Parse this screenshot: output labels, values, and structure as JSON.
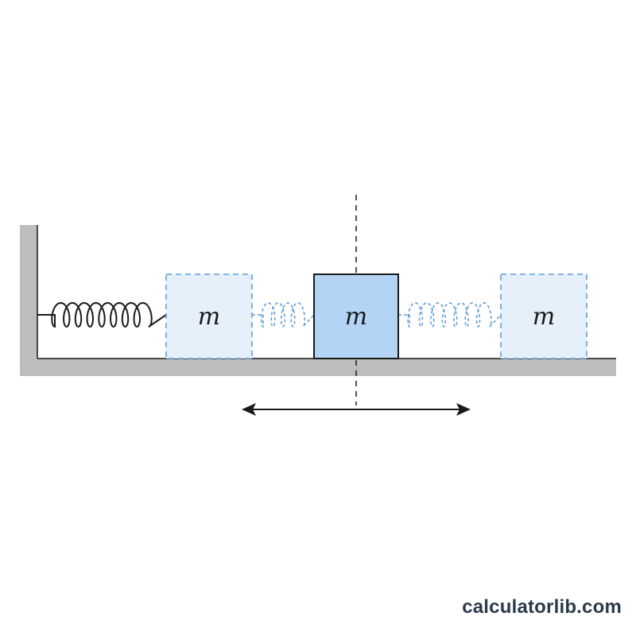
{
  "diagram": {
    "mass_labels": {
      "left": "m",
      "center": "m",
      "right": "m"
    },
    "colors": {
      "wall": "#bdbdbd",
      "line": "#1a1a1a",
      "mass_fill": "#b3d4f5",
      "ghost_fill": "#e6f0fb",
      "ghost_stroke": "#5a9bd8",
      "ghost_spring": "#5a9bd8"
    }
  },
  "branding": {
    "site": "calculatorlib.com"
  }
}
